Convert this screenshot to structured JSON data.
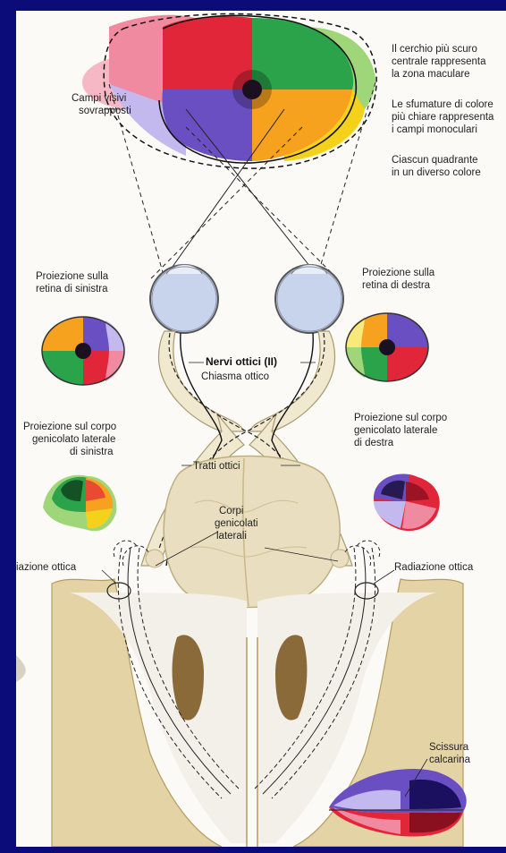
{
  "labels": {
    "overlap_1": "Campi visivi",
    "overlap_2": "sovrapposti",
    "note1_1": "Il cerchio più scuro",
    "note1_2": "centrale rappresenta",
    "note1_3": "la zona maculare",
    "note2_1": "Le sfumature di colore",
    "note2_2": "più chiare rappresenta",
    "note2_3": "i campi monoculari",
    "note3_1": "Ciascun quadrante",
    "note3_2": "in un diverso colore",
    "retina_left_1": "Proiezione sulla",
    "retina_left_2": "retina di sinistra",
    "retina_right_1": "Proiezione sulla",
    "retina_right_2": "retina di destra",
    "optic_nerves": "Nervi ottici (II)",
    "chiasm": "Chiasma ottico",
    "lgn_left_1": "Proiezione sul corpo",
    "lgn_left_2": "genicolato laterale",
    "lgn_left_3": "di sinistra",
    "lgn_right_1": "Proiezione sul corpo",
    "lgn_right_2": "genicolato laterale",
    "lgn_right_3": "di destra",
    "tracts": "Tratti ottici",
    "lgn_bodies_1": "Corpi",
    "lgn_bodies_2": "genicolati",
    "lgn_bodies_3": "laterali",
    "radiation_left": "iazione ottica",
    "radiation_right": "Radiazione ottica",
    "calcarine_1": "Scissura",
    "calcarine_2": "calcarina"
  },
  "colors": {
    "frame": "#0b0c7a",
    "red": "#e2263a",
    "green": "#2aa34a",
    "yellow": "#f4d21c",
    "orange": "#f7a21f",
    "purple": "#6a4fc2",
    "pink": "#f08aa0",
    "light_green": "#9fd67a",
    "lavender": "#c4b9ee",
    "nerve": "#f0e8cf",
    "brain": "#e9dfc0"
  }
}
